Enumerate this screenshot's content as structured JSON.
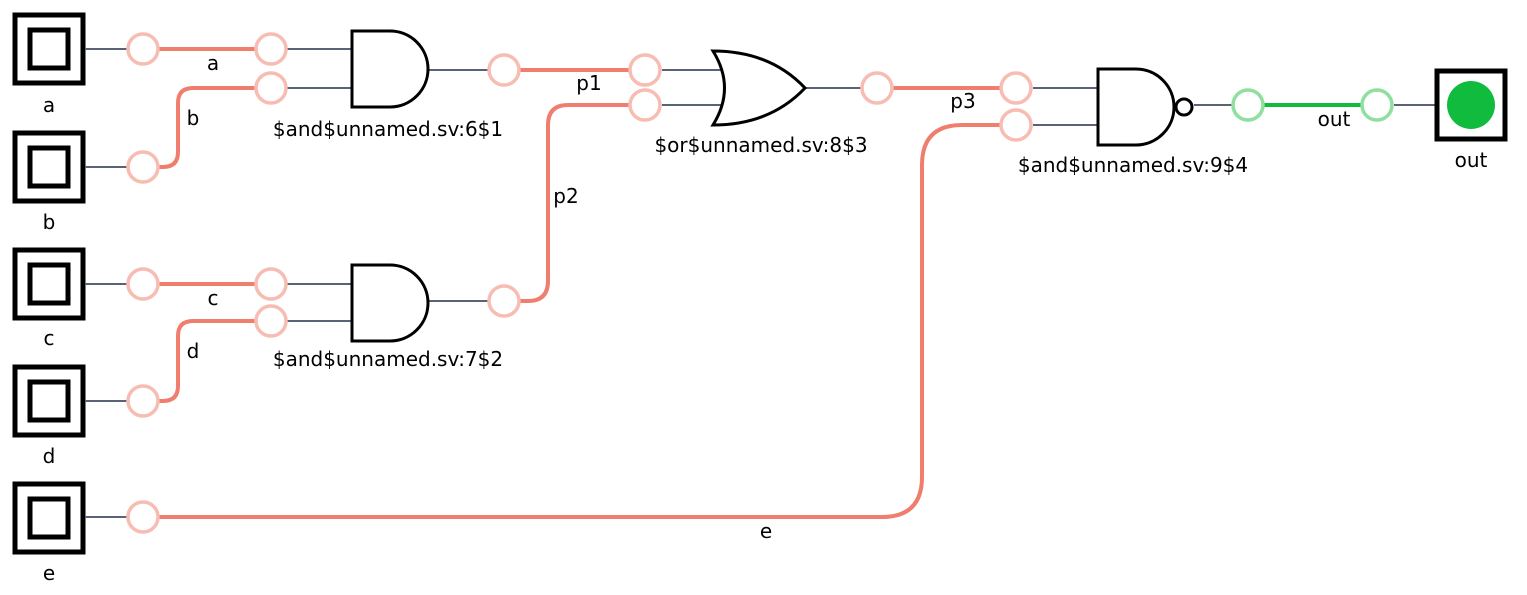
{
  "inputs": [
    {
      "label": "a"
    },
    {
      "label": "b"
    },
    {
      "label": "c"
    },
    {
      "label": "d"
    },
    {
      "label": "e"
    }
  ],
  "output": {
    "label": "out",
    "state": "high"
  },
  "gates": [
    {
      "label": "$and$unnamed.sv:6$1",
      "type": "AND"
    },
    {
      "label": "$and$unnamed.sv:7$2",
      "type": "AND"
    },
    {
      "label": "$or$unnamed.sv:8$3",
      "type": "OR"
    },
    {
      "label": "$and$unnamed.sv:9$4",
      "type": "NAND"
    }
  ],
  "wires": [
    {
      "label": "a",
      "state": "low"
    },
    {
      "label": "b",
      "state": "low"
    },
    {
      "label": "c",
      "state": "low"
    },
    {
      "label": "d",
      "state": "low"
    },
    {
      "label": "e",
      "state": "low"
    },
    {
      "label": "p1",
      "state": "low"
    },
    {
      "label": "p2",
      "state": "low"
    },
    {
      "label": "p3",
      "state": "low"
    },
    {
      "label": "out",
      "state": "high"
    }
  ],
  "colors": {
    "low": "#f07e6e",
    "high": "#10bb3e",
    "port_low": "#f7bcb2",
    "port_high": "#8fdf9f",
    "stub": "#5a6278"
  }
}
